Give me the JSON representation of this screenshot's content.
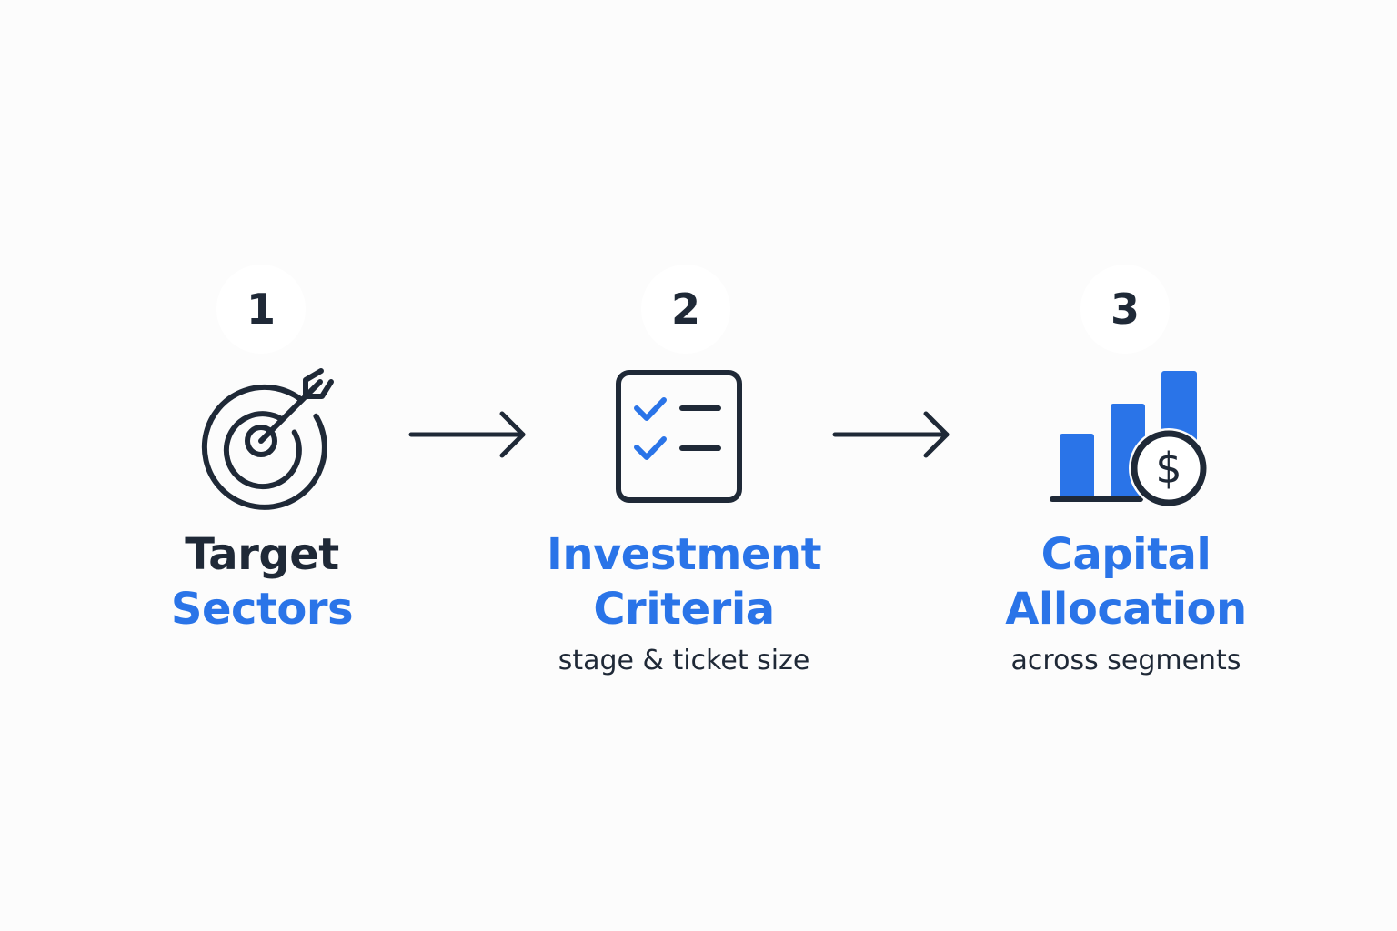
{
  "colors": {
    "dark": "#1f2937",
    "accent": "#2a74e8",
    "background": "#fcfcfc"
  },
  "steps": [
    {
      "number": "1",
      "icon": "target-icon",
      "title_line1": "Target",
      "title_line2": "Sectors",
      "subtitle": ""
    },
    {
      "number": "2",
      "icon": "checklist-icon",
      "title_line1": "Investment",
      "title_line2": "Criteria",
      "subtitle": "stage & ticket size"
    },
    {
      "number": "3",
      "icon": "bar-chart-dollar-icon",
      "title_line1": "Capital",
      "title_line2": "Allocation",
      "subtitle": "across segments"
    }
  ],
  "connectors": [
    "arrow-right-icon",
    "arrow-right-icon"
  ]
}
